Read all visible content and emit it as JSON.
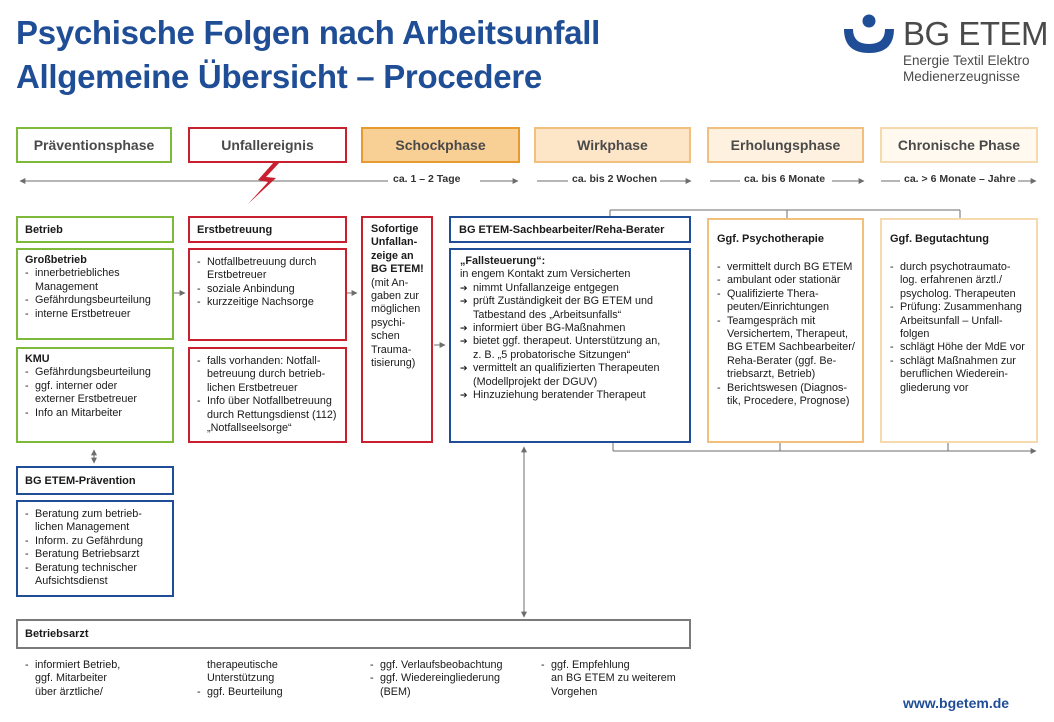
{
  "title": {
    "line1": "Psychische Folgen nach Arbeitsunfall",
    "line2": "Allgemeine Übersicht – Procedere"
  },
  "logo": {
    "name": "BG ETEM",
    "sub1": "Energie Textil Elektro",
    "sub2": "Medienerzeugnisse"
  },
  "colors": {
    "brand_blue": "#1f4e96",
    "green": "#7dba3c",
    "red": "#c8202e",
    "orange": "#e99a2f",
    "orange_light": "#f2bf7c",
    "gray": "#7a7a7a"
  },
  "phases": [
    {
      "label": "Präventionsphase"
    },
    {
      "label": "Unfallereignis"
    },
    {
      "label": "Schockphase"
    },
    {
      "label": "Wirkphase"
    },
    {
      "label": "Erholungsphase"
    },
    {
      "label": "Chronische Phase"
    }
  ],
  "timeline": {
    "schock": "ca. 1 – 2 Tage",
    "wirk": "ca. bis 2 Wochen",
    "erholung": "ca. bis 6 Monate",
    "chronisch": "ca. > 6 Monate – Jahre"
  },
  "betrieb": {
    "header": "Betrieb",
    "gross_title": "Großbetrieb",
    "gross_items": [
      "innerbetriebliches",
      "Management",
      "Gefährdungsbeurteilung",
      "interne Erstbetreuer"
    ],
    "kmu_title": "KMU",
    "kmu_items": [
      "Gefährdungsbeurteilung",
      "ggf. interner oder",
      "externer Erstbetreuer",
      "Info an Mitarbeiter"
    ]
  },
  "praevention": {
    "header": "BG ETEM-Prävention",
    "items": [
      "Beratung zum betrieb-",
      "lichen Management",
      "Inform. zu Gefährdung",
      "Beratung Betriebsarzt",
      "Beratung technischer",
      "Aufsichtsdienst"
    ]
  },
  "erstbetreuung": {
    "header": "Erstbetreuung",
    "items": [
      "Notfallbetreuung durch",
      "Erstbetreuer",
      "soziale Anbindung",
      "kurzzeitige Nachsorge"
    ],
    "items2": [
      "falls vorhanden: Notfall-",
      "betreuung durch betrieb-",
      "lichen   Erstbetreuer",
      "Info über Notfallbetreuung",
      "durch Rettungsdienst (112)",
      "„Notfallseelsorge“"
    ]
  },
  "schock": {
    "lines_bold": [
      "Sofortige",
      "Unfallan-",
      "zeige an",
      "BG ETEM!"
    ],
    "lines": [
      "(mit An-",
      "gaben zur",
      "möglichen",
      "psychi-",
      "schen",
      "Trauma-",
      "tisierung)"
    ]
  },
  "sachbearbeiter": {
    "header": "BG ETEM-Sachbearbeiter/Reha-Berater",
    "steuerung_title": "„Fallsteuerung“:",
    "steuerung_intro": "in engem Kontakt zum Versicherten",
    "items": [
      "nimmt Unfallanzeige entgegen",
      "prüft Zuständigkeit der BG ETEM und",
      "Tatbestand des „Arbeitsunfalls“",
      "informiert über BG-Maßnahmen",
      "bietet ggf. therapeut. Unterstützung an,",
      "z. B. „5 probatorische Sitzungen“",
      "vermittelt an qualifizierten Therapeuten",
      "(Modellprojekt der DGUV)",
      "Hinzuziehung beratender Therapeut"
    ]
  },
  "psychotherapie": {
    "header": "Ggf. Psychotherapie",
    "items": [
      "vermittelt durch BG ETEM",
      "ambulant oder stationär",
      "Qualifizierte Thera-",
      "peuten/Einrichtungen",
      "Teamgespräch mit",
      "Versichertem, Therapeut,",
      "BG ETEM Sachbearbeiter/",
      "Reha-Berater (ggf. Be-",
      "triebsarzt, Betrieb)",
      "Berichtswesen (Diagnos-",
      "tik, Procedere, Prognose)"
    ]
  },
  "begutachtung": {
    "header": "Ggf. Begutachtung",
    "items": [
      "durch psychotraumato-",
      "log. erfahrenen ärztl./",
      "psycholog. Therapeuten",
      "Prüfung: Zusammenhang",
      "Arbeitsunfall – Unfall-",
      "folgen",
      "schlägt Höhe der MdE vor",
      "schlägt Maßnahmen zur",
      "beruflichen Wiederein-",
      "gliederung vor"
    ]
  },
  "betriebsarzt": {
    "header": "Betriebsarzt",
    "col1": [
      "informiert Betrieb,",
      "ggf. Mitarbeiter",
      "über ärztliche/"
    ],
    "col2": [
      "therapeutische",
      "Unterstützung",
      "ggf. Beurteilung"
    ],
    "col3": [
      "ggf. Verlaufsbeobachtung",
      "ggf. Wiedereingliederung",
      "(BEM)"
    ],
    "col4": [
      "ggf. Empfehlung",
      "an BG ETEM zu weiterem",
      "Vorgehen"
    ]
  },
  "footer": {
    "url": "www.bgetem.de"
  }
}
